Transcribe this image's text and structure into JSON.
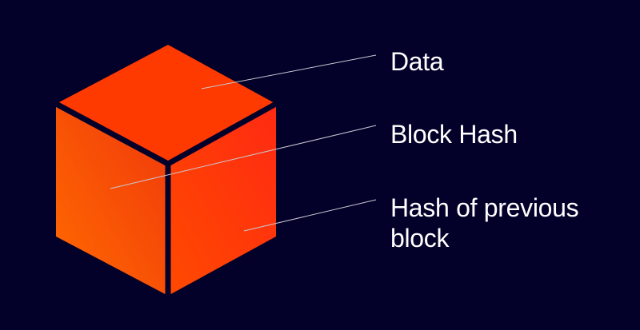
{
  "labels": {
    "data": "Data",
    "block_hash": "Block Hash",
    "prev_hash": "Hash of previous block"
  },
  "colors": {
    "background": "#03002a",
    "cube_top": "#ff3a00",
    "cube_left_light": "#ff6a00",
    "cube_left_dark": "#f23a0a",
    "cube_right_light": "#ff4400",
    "cube_right_dark": "#ff2a10",
    "edges": "#03002a",
    "leader_lines": "#c8c8d0",
    "text": "#ffffff"
  }
}
